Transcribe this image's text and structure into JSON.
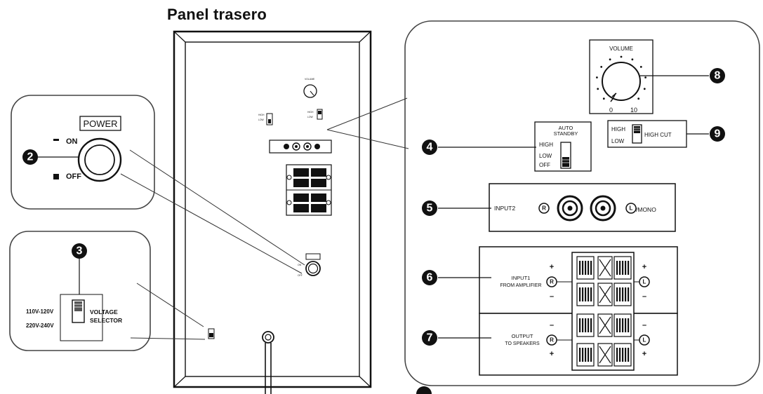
{
  "title": "Panel trasero",
  "callouts": {
    "c2": "2",
    "c3": "3",
    "c4": "4",
    "c5": "5",
    "c6": "6",
    "c7": "7",
    "c8": "8",
    "c9": "9"
  },
  "power": {
    "label": "POWER",
    "on": "ON",
    "off": "OFF"
  },
  "voltage": {
    "opt_high": "110V-120V",
    "opt_low": "220V-240V",
    "label_line1": "VOLTAGE",
    "label_line2": "SELECTOR"
  },
  "volume": {
    "label": "VOLUME",
    "min": "0",
    "max": "10"
  },
  "high_cut": {
    "high": "HIGH",
    "low": "LOW",
    "label": "HIGH CUT"
  },
  "auto_standby": {
    "title_line1": "AUTO",
    "title_line2": "STANDBY",
    "high": "HIGH",
    "low": "LOW",
    "off": "OFF"
  },
  "input2": {
    "label": "INPUT2",
    "right": "R",
    "left": "L",
    "mono": "/MONO"
  },
  "input1": {
    "line1": "INPUT1",
    "line2": "FROM AMPLIFIER",
    "right": "R",
    "left": "L",
    "plus": "+",
    "minus": "–"
  },
  "output": {
    "line1": "OUTPUT",
    "line2": "TO SPEAKERS",
    "right": "R",
    "left": "L",
    "plus": "+",
    "minus": "–"
  },
  "colors": {
    "ink": "#111111",
    "panel": "#ffffff",
    "line": "#222222"
  }
}
